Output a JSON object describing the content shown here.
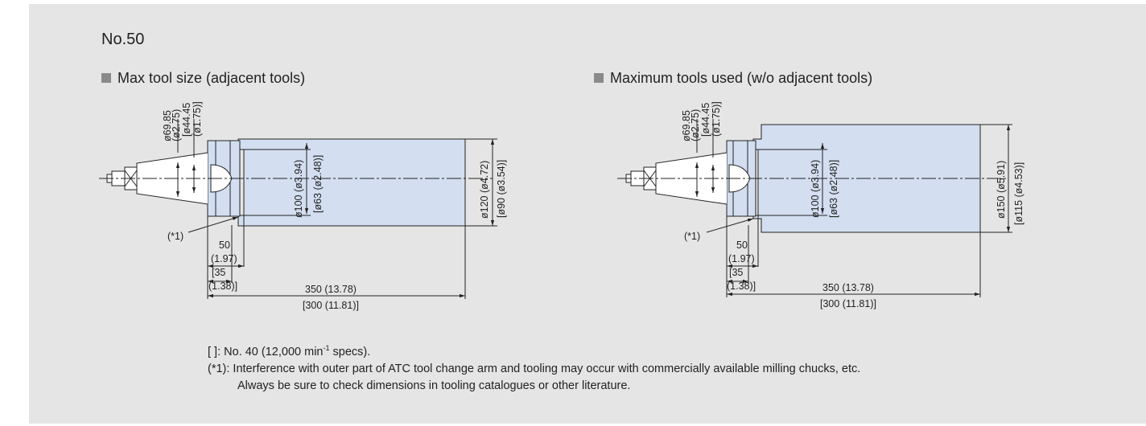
{
  "title": "No.50",
  "left_diagram": {
    "heading": "Max tool size (adjacent tools)",
    "shank_dia_1": "ø69.85",
    "shank_dia_2": "(ø2.75)",
    "shank_dia_3": "[ø44.45",
    "shank_dia_4": "(ø1.75)]",
    "inner_dia": "ø100 (ø3.94)",
    "inner_dia_bracket": "[ø63 (ø2.48)]",
    "outer_dia": "ø120 (ø4.72)",
    "outer_dia_bracket": "[ø90 (ø3.54)]",
    "note_ref": "(*1)",
    "len_a": "50",
    "len_a_in": "(1.97)",
    "len_b": "[35",
    "len_b_in": "(1.38)]",
    "len_total": "350 (13.78)",
    "len_total_bracket": "[300 (11.81)]"
  },
  "right_diagram": {
    "heading": "Maximum tools used (w/o adjacent tools)",
    "shank_dia_1": "ø69.85",
    "shank_dia_2": "(ø2.75)",
    "shank_dia_3": "[ø44.45",
    "shank_dia_4": "(ø1.75)]",
    "inner_dia": "ø100 (ø3.94)",
    "inner_dia_bracket": "[ø63 (ø2.48)]",
    "outer_dia": "ø150 (ø5.91)",
    "outer_dia_bracket": "[ø115 (ø4.53)]",
    "note_ref": "(*1)",
    "len_a": "50",
    "len_a_in": "(1.97)",
    "len_b": "[35",
    "len_b_in": "(1.38)]",
    "len_total": "350 (13.78)",
    "len_total_bracket": "[300 (11.81)]"
  },
  "notes": {
    "bracket_key": "[   ]:",
    "bracket_text_a": " No. 40 (12,000 min",
    "bracket_sup": "-1",
    "bracket_text_b": " specs).",
    "ref_key": "(*1):",
    "ref_text": " Interference with outer part of ATC tool change arm and tooling may occur with commercially available milling chucks, etc.",
    "ref_text_2": "Always be sure to check dimensions in tooling catalogues or other literature."
  },
  "colors": {
    "panel": "#e5e5e5",
    "tool_fill": "#d3def0",
    "line": "#222222"
  }
}
